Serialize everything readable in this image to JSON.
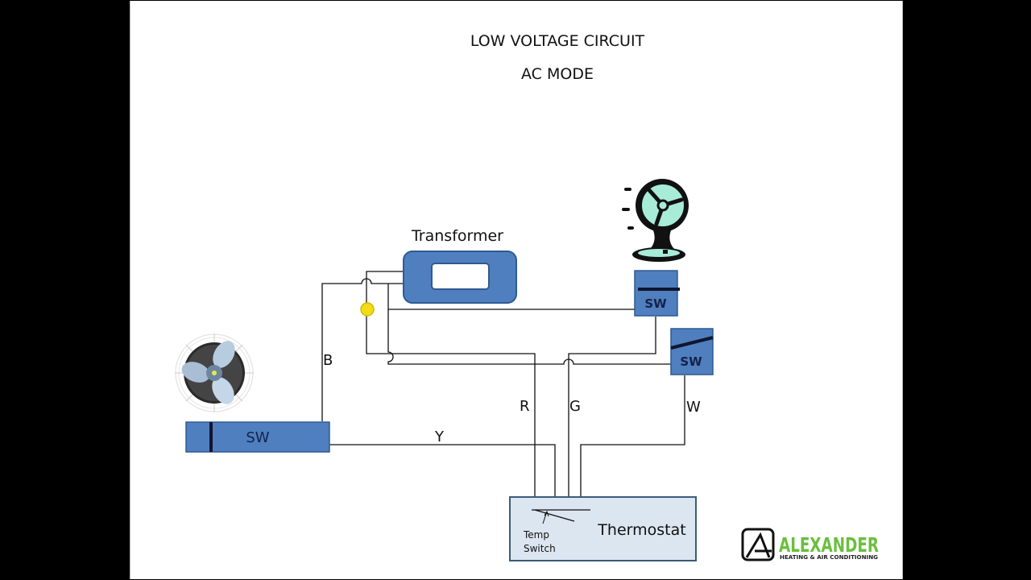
{
  "title": {
    "line1": "LOW VOLTAGE CIRCUIT",
    "line2": "AC MODE"
  },
  "components": {
    "transformer": {
      "label": "Transformer"
    },
    "thermostat": {
      "label": "Thermostat",
      "switch_label_1": "Temp",
      "switch_label_2": "Switch"
    },
    "condenser_switch": {
      "label": "SW",
      "state": "closed"
    },
    "fan_relay_switch": {
      "label": "SW",
      "state": "closed"
    },
    "heat_switch": {
      "label": "SW",
      "state": "open"
    }
  },
  "wires": {
    "b": "B",
    "r": "R",
    "g": "G",
    "w": "W",
    "y": "Y"
  },
  "indicator": {
    "color": "#f2dc1a",
    "state": "on"
  },
  "colors": {
    "switch_fill": "#4f7fbf",
    "transformer_fill": "#4f7fbf",
    "thermostat_fill": "#dce6f0",
    "fan_accent": "#a8ecd8",
    "logo_green": "#6bbf3f"
  },
  "logo": {
    "name": "ALEXANDER",
    "tagline": "HEATING & AIR CONDITIONING"
  }
}
